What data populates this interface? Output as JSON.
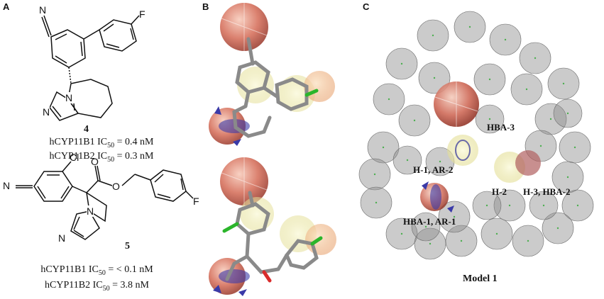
{
  "panels": {
    "a": "A",
    "b": "B",
    "c": "C"
  },
  "compound4": {
    "number": "4",
    "line1_prefix": "hCYP11B1 IC",
    "line1_sub": "50",
    "line1_suffix": " = 0.4 nM",
    "line2_prefix": "hCYP11B2 IC",
    "line2_sub": "50",
    "line2_suffix": " = 0.3 nM"
  },
  "compound5": {
    "number": "5",
    "line1_prefix": "hCYP11B1 IC",
    "line1_sub": "50",
    "line1_suffix": " = < 0.1 nM",
    "line2_prefix": "hCYP11B2 IC",
    "line2_sub": "50",
    "line2_suffix": " = 3.8 nM"
  },
  "atoms": {
    "n": "N",
    "f": "F",
    "cl": "Cl",
    "o": "O"
  },
  "model": {
    "title": "Model 1",
    "labels": {
      "hba3": "HBA-3",
      "h1ar2": "H-1, AR-2",
      "h2": "H-2",
      "h3hba2": "H-3, HBA-2",
      "hba1ar1": "HBA-1, AR-1"
    }
  },
  "colors": {
    "excluded_volume": "#8c8c8c",
    "hba_sphere": "#c0584a",
    "aromatic_ring": "#3a3aa8",
    "hydrophobe": "#e8e6a0",
    "fluorine": "#2bb52b",
    "chlorine": "#2bb52b",
    "oxygen": "#d92b2b"
  }
}
